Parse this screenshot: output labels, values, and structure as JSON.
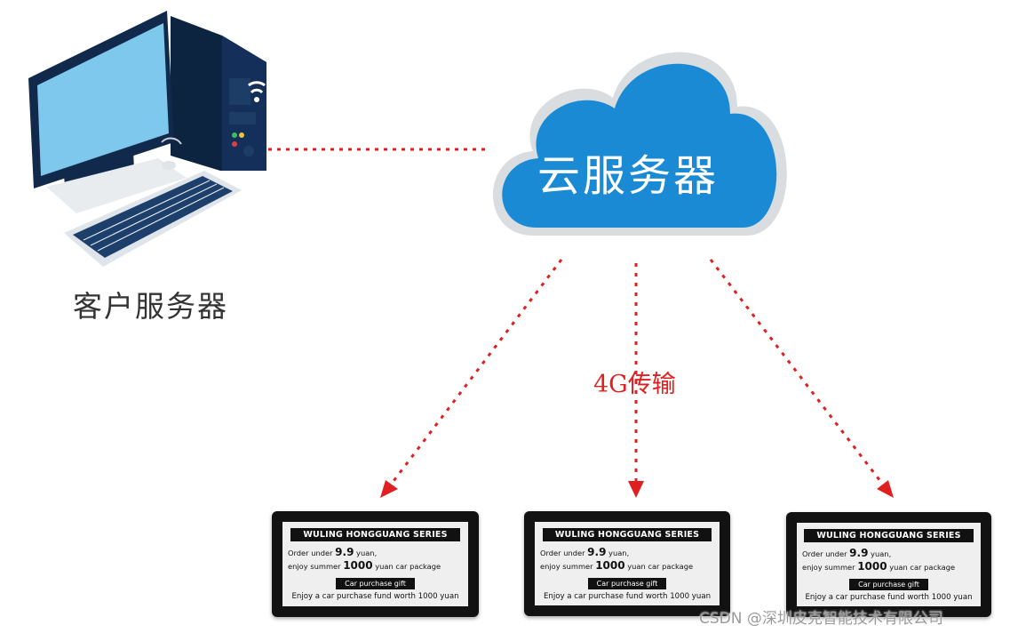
{
  "client": {
    "label": "客户服务器",
    "icon": "desktop-computer-icon"
  },
  "cloud": {
    "label": "云服务器",
    "icon": "cloud-icon"
  },
  "transport": {
    "label": "4G传输",
    "color": "#e02020"
  },
  "devices": [
    {
      "title": "WULING HONGGUANG SERIES",
      "line1_prefix": "Order under ",
      "line1_value": "9.9",
      "line1_suffix": " yuan,",
      "line2_prefix": "enjoy summer ",
      "line2_value": "1000",
      "line2_suffix": " yuan car package",
      "gift": "Car purchase gift",
      "fund": "Enjoy a car purchase fund worth 1000 yuan"
    },
    {
      "title": "WULING HONGGUANG SERIES",
      "line1_prefix": "Order under ",
      "line1_value": "9.9",
      "line1_suffix": " yuan,",
      "line2_prefix": "enjoy summer ",
      "line2_value": "1000",
      "line2_suffix": " yuan car package",
      "gift": "Car purchase gift",
      "fund": "Enjoy a car purchase fund worth 1000 yuan"
    },
    {
      "title": "WULING HONGGUANG SERIES",
      "line1_prefix": "Order under ",
      "line1_value": "9.9",
      "line1_suffix": " yuan,",
      "line2_prefix": "enjoy summer ",
      "line2_value": "1000",
      "line2_suffix": " yuan car package",
      "gift": "Car purchase gift",
      "fund": "Enjoy a car purchase fund worth 1000 yuan"
    }
  ],
  "watermark": "CSDN @深圳皮克智能技术有限公司",
  "colors": {
    "cloud": "#1a8ad4",
    "cloud_rim": "#d9dde0",
    "connector": "#e02020",
    "monitor_screen": "#7ec8ee",
    "tower": "#0d2440"
  }
}
